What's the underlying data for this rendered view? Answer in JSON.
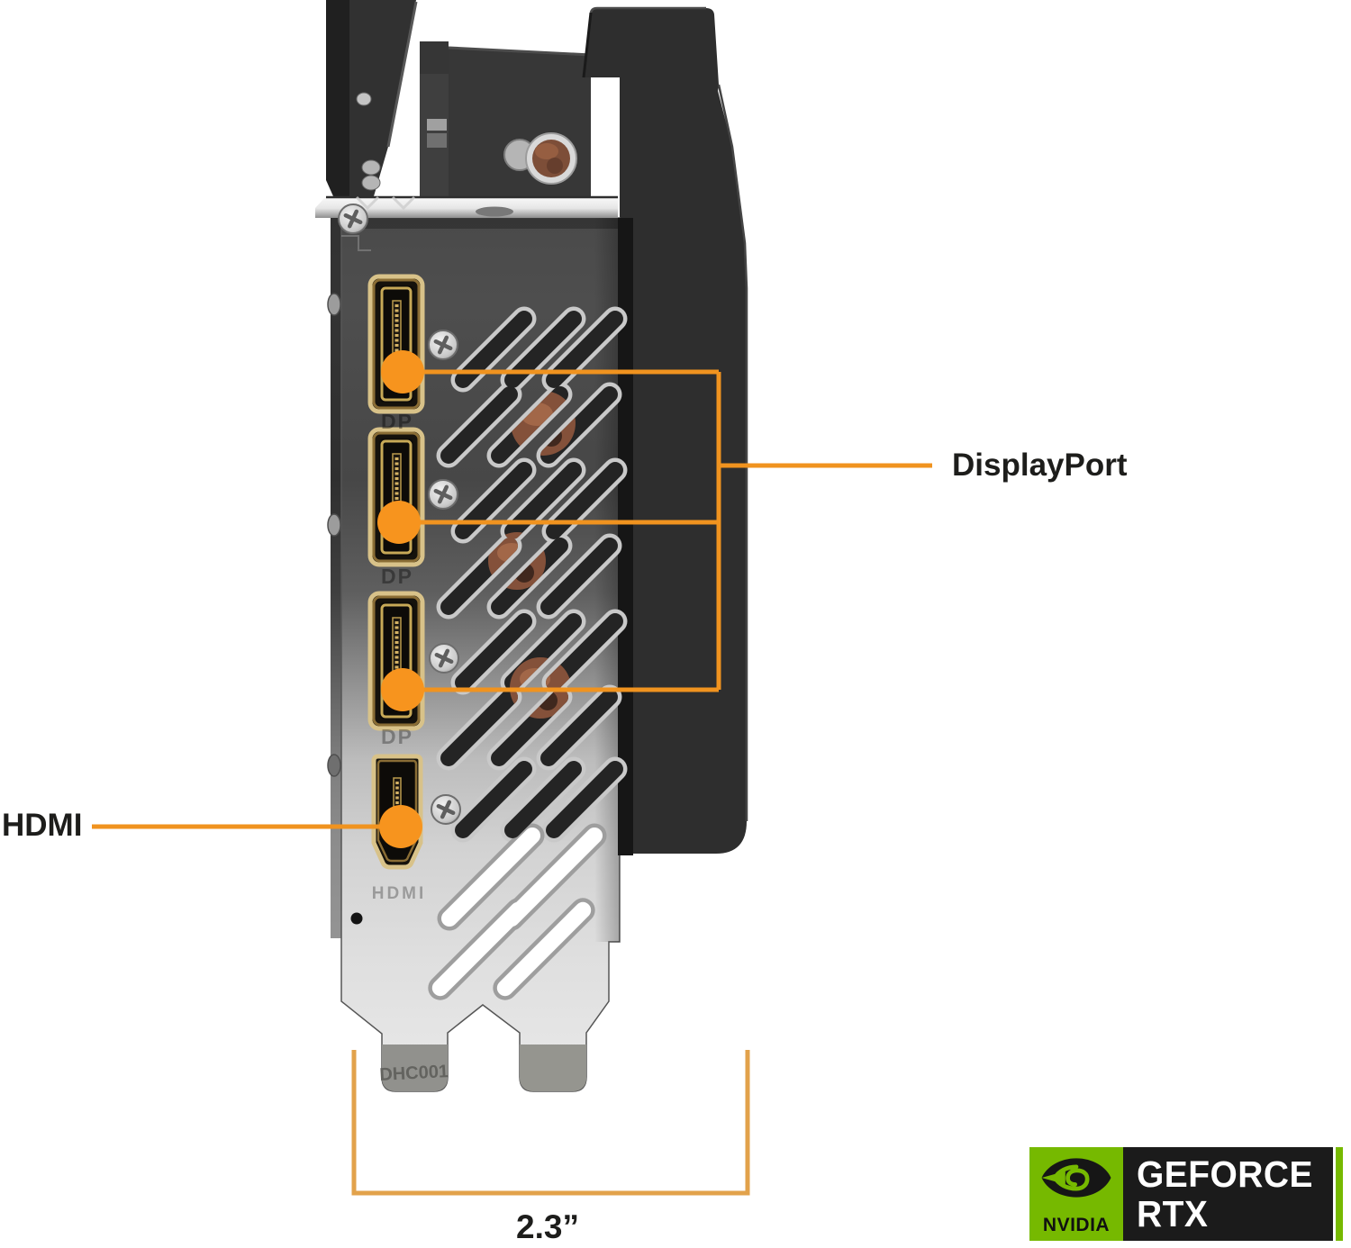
{
  "illustration": {
    "description": "Graphics card rear I/O bracket side view",
    "ports": {
      "dp_stamp": "DP",
      "hdmi_stamp": "HDMI",
      "displayport_count": 3,
      "hdmi_count": 1
    },
    "bracket_stamp": "DHC001"
  },
  "callouts": {
    "displayport": {
      "label": "DisplayPort"
    },
    "hdmi": {
      "label": "HDMI"
    },
    "width": {
      "label": "2.3”"
    }
  },
  "badge": {
    "brand": "NVIDIA",
    "product_line1": "GEFORCE",
    "product_line2": "RTX"
  },
  "colors": {
    "callout_line": "#F0931F",
    "callout_dot": "#F7941E",
    "measure_line": "#E2A24B",
    "label_text": "#1D1D1B",
    "nvidia_green": "#76B900",
    "badge_black": "#1B1B1B",
    "badge_text": "#FFFFFF"
  }
}
